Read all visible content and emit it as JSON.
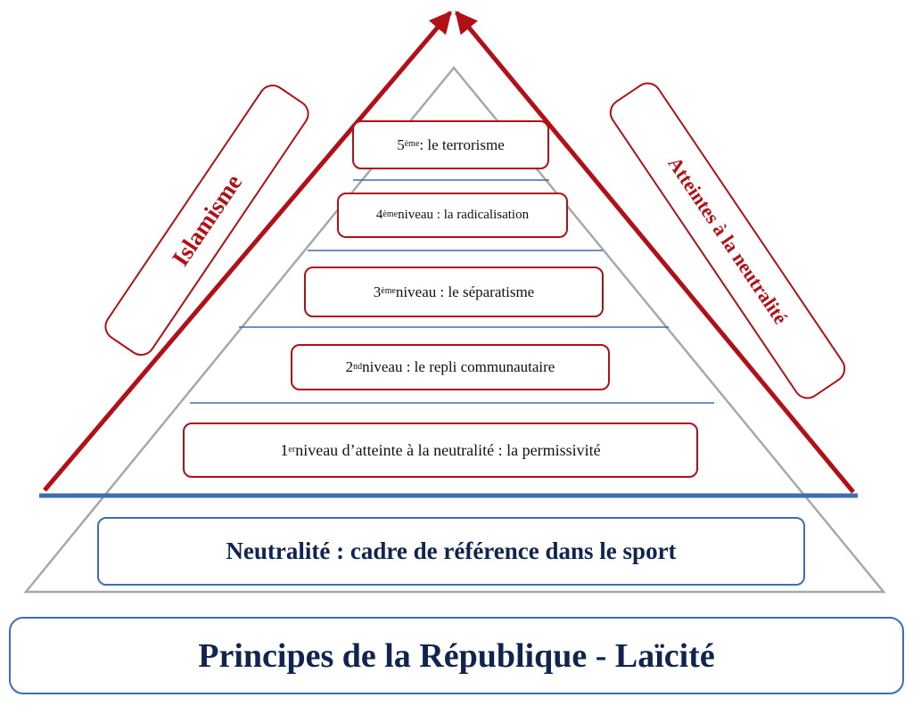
{
  "colors": {
    "accent_red": "#b30f16",
    "accent_blue": "#3d6db3",
    "outline_gray": "#a8a8a8",
    "dark_navy": "#0f2550"
  },
  "levels": [
    {
      "id": "l1",
      "prefix": "1",
      "sup": "er",
      "text": " niveau d’atteinte à la neutralité : la permissivité"
    },
    {
      "id": "l2",
      "prefix": "2",
      "sup": "nd",
      "text": " niveau : le repli communautaire"
    },
    {
      "id": "l3",
      "prefix": "3",
      "sup": "ème",
      "text": " niveau : le séparatisme"
    },
    {
      "id": "l4",
      "prefix": "4",
      "sup": "ème",
      "text": " niveau : la radicalisation"
    },
    {
      "id": "l5",
      "prefix": "5",
      "sup": "ème",
      "text": " : le terrorisme"
    }
  ],
  "side_labels": {
    "left": "Islamisme",
    "right": "Atteintes à la neutralité"
  },
  "base": {
    "neutrality": "Neutralité : cadre de référence dans le sport",
    "principles": "Principes de la République - Laïcité"
  }
}
